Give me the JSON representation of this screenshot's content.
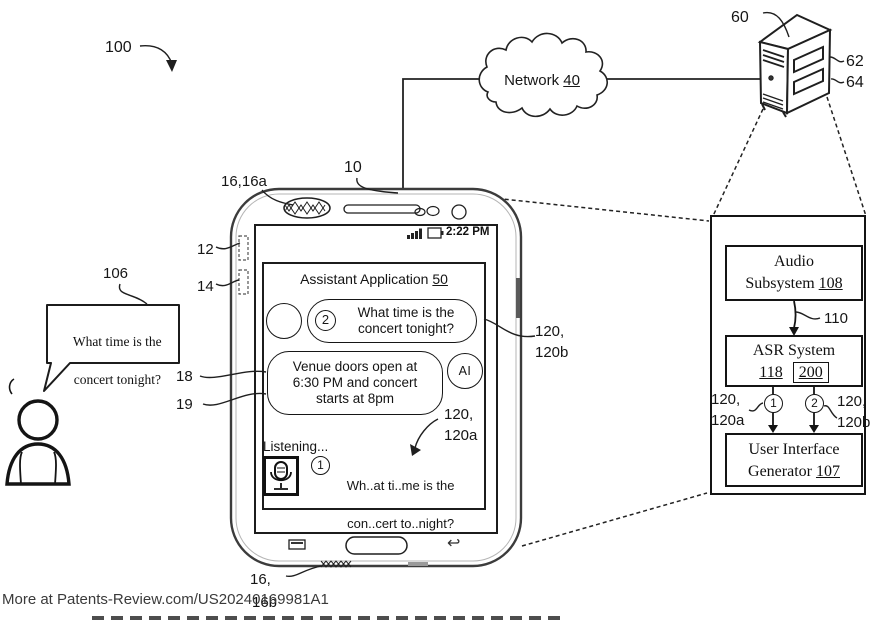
{
  "figure": {
    "ref": "100",
    "footer": "More at Patents-Review.com/US20240169981A1"
  },
  "network": {
    "name": "Network",
    "ref": "40"
  },
  "server": {
    "ref": "60",
    "drive1_ref": "62",
    "drive2_ref": "64"
  },
  "phone": {
    "ref": "10",
    "speaker_ref": "16,16a",
    "volume_button_ref": "12",
    "lower_button_ref": "14",
    "mic_ref_line1": "16,",
    "mic_ref_line2": "16b",
    "status_time": "2:22 PM",
    "back_icon": "↩",
    "app": {
      "title": "Assistant Application",
      "ref": "50",
      "user_bubble": {
        "marker": "2",
        "line1": "What time is the",
        "line2": "concert tonight?"
      },
      "user_bubble_ref": {
        "line1": "120,",
        "line2": "120b"
      },
      "reply_bubble": {
        "line1": "Venue doors open at",
        "line2": "6:30 PM and concert",
        "line3": "starts at 8pm"
      },
      "reply_ref1": "18",
      "reply_ref2": "19",
      "ai_badge": "AI",
      "listening_status": "Listening...",
      "transcript": {
        "marker": "1",
        "line1": "Wh..at ti..me is the",
        "line2": "con..cert to..night?"
      },
      "transcript_ref": {
        "line1": "120,",
        "line2": "120a"
      }
    }
  },
  "person": {
    "ref": "106",
    "speech": {
      "line1": "What time is the",
      "line2": "concert tonight?"
    }
  },
  "processing": {
    "audio": {
      "line1": "Audio",
      "line2": "Subsystem",
      "ref": "108"
    },
    "flow_ref": "110",
    "asr": {
      "title": "ASR System",
      "ref": "118",
      "model_ref": "200"
    },
    "out1": {
      "ref_line1": "120,",
      "ref_line2": "120a"
    },
    "out2": {
      "ref_line1": "120,",
      "ref_line2": "120b"
    },
    "uig": {
      "line1": "User Interface",
      "line2": "Generator",
      "ref": "107"
    }
  }
}
